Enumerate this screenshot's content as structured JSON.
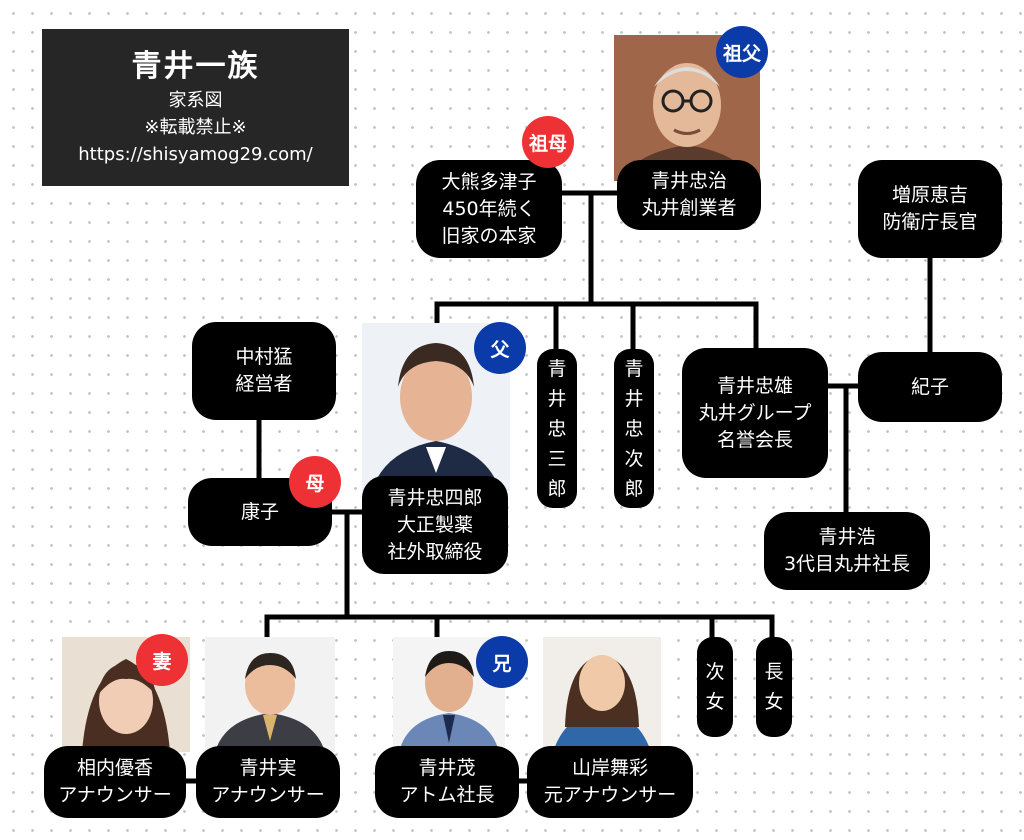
{
  "header": {
    "title": "青井一族",
    "subtitle": "家系図",
    "notice": "※転載禁止※",
    "url": "https://shisyamog29.com/"
  },
  "badges": {
    "grandfather": "祖父",
    "grandmother": "祖母",
    "father": "父",
    "mother": "母",
    "wife": "妻",
    "brother": "兄"
  },
  "people": {
    "okuma": [
      "大熊多津子",
      "450年続く",
      "旧家の本家"
    ],
    "chuji": [
      "青井忠治",
      "丸井創業者"
    ],
    "masuhara": [
      "増原恵吉",
      "防衛庁長官"
    ],
    "nakamura": [
      "中村猛",
      "経営者"
    ],
    "chushiro": [
      "青井忠四郎",
      "大正製薬",
      "社外取締役"
    ],
    "chusaburo": "青井忠三郎",
    "chujiro": "青井忠次郎",
    "tadao": [
      "青井忠雄",
      "丸井グループ",
      "名誉会長"
    ],
    "noriko": "紀子",
    "yasuko": "康子",
    "hiroshi": [
      "青井浩",
      "3代目丸井社長"
    ],
    "aiuchi": [
      "相内優香",
      "アナウンサー"
    ],
    "minoru": [
      "青井実",
      "アナウンサー"
    ],
    "shigeru": [
      "青井茂",
      "アトム社長"
    ],
    "yamagishi": [
      "山岸舞彩",
      "元アナウンサー"
    ],
    "jijo": "次女",
    "chojo": "長女"
  }
}
